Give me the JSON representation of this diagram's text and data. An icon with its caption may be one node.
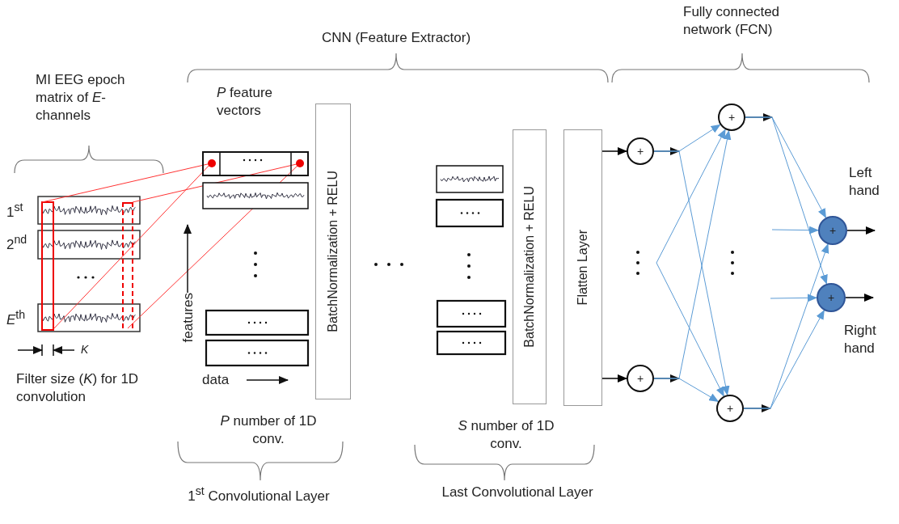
{
  "diagram": {
    "nodes": [
      {
        "text": [
          "BatchNormalization + RELU"
        ]
      },
      {
        "text": [
          "BatchNormalization + RELU"
        ]
      },
      {
        "text": [
          "Flatten Layer"
        ]
      },
      {
        "text": [
          "+"
        ]
      },
      {
        "text": [
          "+"
        ]
      },
      {
        "text": [
          "+"
        ]
      },
      {
        "text": [
          "+"
        ]
      },
      {
        "text": [
          "+"
        ],
        "beside": [
          "Left hand"
        ]
      },
      {
        "text": [
          "+"
        ],
        "beside": [
          "Right hand"
        ]
      }
    ],
    "edges": [
      {
        "from": 2,
        "to": 3,
        "arrow": "to",
        "color": "#000000"
      },
      {
        "from": 2,
        "to": 4,
        "arrow": "to",
        "color": "#000000"
      },
      {
        "from": 3,
        "to": 5,
        "arrow": "to"
      },
      {
        "from": 3,
        "to": 6,
        "arrow": "to"
      },
      {
        "from": null,
        "to": 5,
        "arrow": "to"
      },
      {
        "from": null,
        "to": 6,
        "arrow": "to"
      },
      {
        "from": 4,
        "to": 5,
        "arrow": "to"
      },
      {
        "from": 4,
        "to": 6,
        "arrow": "to"
      },
      {
        "from": 5,
        "to": 7,
        "arrow": "to"
      },
      {
        "from": 5,
        "to": 8,
        "arrow": "to"
      },
      {
        "from": 6,
        "to": 7,
        "arrow": "to"
      },
      {
        "from": 6,
        "to": 8,
        "arrow": "to"
      },
      {
        "from": null,
        "to": 7,
        "arrow": "to"
      },
      {
        "from": null,
        "to": 8,
        "arrow": "to"
      },
      {
        "from": 7,
        "to": null,
        "arrow": "to",
        "color": "#000000"
      },
      {
        "from": 8,
        "to": null,
        "arrow": "to",
        "color": "#000000"
      }
    ],
    "labels": [
      "CNN (Feature Extractor)",
      "Fully connected network (FCN)",
      "MI EEG epoch matrix of *E*-channels",
      "*P* feature vectors",
      "1$^{st}$",
      "2$^{nd}$",
      "*E*$^{th}$",
      "K",
      "features",
      "data",
      "Filter size (*K*) for 1D convolution",
      "*P* number of 1D conv.",
      "*S* number of 1D conv.",
      "1$^{st}$ Convolutional Layer",
      "Last Convolutional Layer"
    ]
  }
}
